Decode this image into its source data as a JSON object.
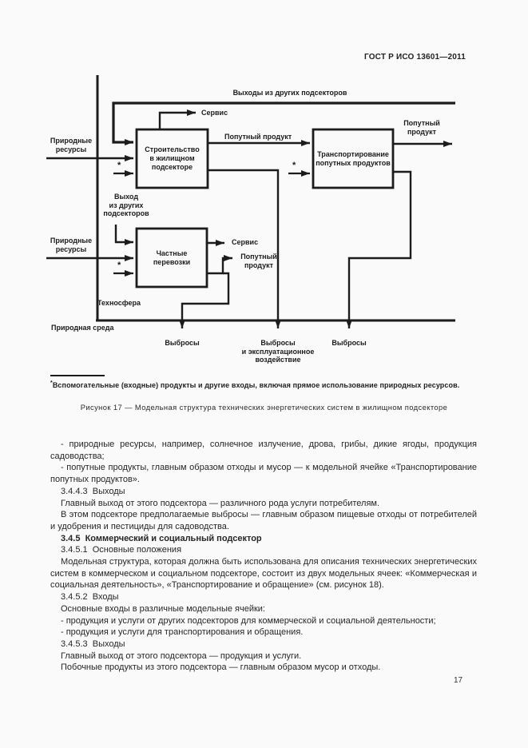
{
  "page": {
    "header": "ГОСТ Р ИСО 13601—2011",
    "page_number": "17"
  },
  "figure": {
    "caption": "Рисунок 17 — Модельная структура технических энергетических систем в жилищном подсекторе",
    "footnote_marker": "*",
    "footnote": "Вспомогательные (входные) продукты и другие входы, включая прямое использование природных ресурсов.",
    "boxes": {
      "construction": "Строительство\nв жилищном\nподсекторе",
      "transport": "Транспортирование\nпопутных продуктов",
      "private_transport": "Частные\nперевозки"
    },
    "labels": {
      "outputs_from_other_subsectors": "Выходы из других подсекторов",
      "service": "Сервис",
      "byproduct": "Попутный продукт",
      "byproduct_two_lines": "Попутный\nпродукт",
      "natural_resources": "Природные\nресурсы",
      "asterisk": "*",
      "output_from_other_subsectors": "Выход\nиз других\nподсекторов",
      "technosphere": "Техносфера",
      "natural_environment": "Природная среда",
      "emissions": "Выбросы",
      "emissions_operational": "Выбросы\nи эксплуатационное\nвоздействие"
    }
  },
  "content": {
    "paragraphs": [
      {
        "text": "- природные ресурсы, например, солнечное излучение, дрова, грибы, дикие ягоды, продукция садоводства;"
      },
      {
        "text": "- попутные продукты, главным образом отходы и мусор — к модельной ячейке «Транспортирование попутных продуктов»."
      },
      {
        "text": "3.4.4.3  Выходы"
      },
      {
        "text": "Главный выход от этого подсектора — различного рода услуги потребителям."
      },
      {
        "text": "В этом подсекторе предполагаемые выбросы — главным образом пищевые отходы от потребителей и удобрения и пестициды для садоводства."
      },
      {
        "text": "3.4.5  Коммерческий и социальный подсектор",
        "bold": true
      },
      {
        "text": "3.4.5.1  Основные положения"
      },
      {
        "text": "Модельная структура, которая должна быть использована для описания технических энергетических систем в коммерческом и социальном подсекторе, состоит из двух модельных ячеек: «Коммерческая и социальная деятельность», «Транспортирование и обращение» (см. рисунок 18)."
      },
      {
        "text": "3.4.5.2  Входы"
      },
      {
        "text": "Основные входы в различные модельные ячейки:"
      },
      {
        "text": "- продукция и услуги от других подсекторов для коммерческой и социальной деятельности;"
      },
      {
        "text": "- продукция и услуги для транспортирования и обращения."
      },
      {
        "text": "3.4.5.3  Выходы"
      },
      {
        "text": "Главный выход от этого подсектора — продукция и услуги."
      },
      {
        "text": "Побочные продукты из этого подсектора — главным образом мусор и отходы."
      }
    ]
  }
}
